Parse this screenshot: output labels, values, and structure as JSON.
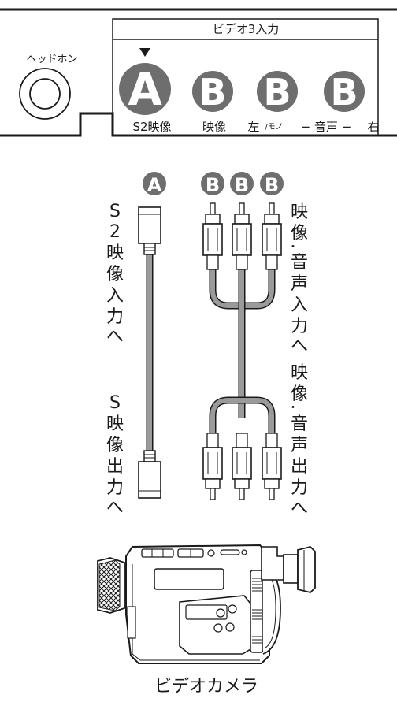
{
  "panel": {
    "title": "ビデオ3入力",
    "headphone_label": "ヘッドホン",
    "jack_a_letter": "A",
    "jack_b_letter": "B",
    "label_s2": "S2映像",
    "label_video": "映像",
    "label_audio_left": "左",
    "label_mono": "/モノ",
    "label_audio_dash": "− 音声 −",
    "label_audio_right": "右"
  },
  "cables": {
    "a_letter": "A",
    "b_letter": "B",
    "a_top_text": [
      "S",
      "2",
      "映",
      "像",
      "入",
      "力",
      "へ"
    ],
    "a_bottom_text": [
      "S",
      "映",
      "像",
      "出",
      "力",
      "へ"
    ],
    "b_top_text": [
      "映",
      "像",
      "・",
      "音",
      "声",
      "入",
      "力",
      "へ"
    ],
    "b_bottom_text": [
      "映",
      "像",
      "・",
      "音",
      "声",
      "出",
      "力",
      "へ"
    ]
  },
  "camera": {
    "caption": "ビデオカメラ"
  },
  "colors": {
    "jack_gray": "#6e6e6e",
    "cable_gray": "#9a9a9a",
    "line": "#1a1a1a"
  }
}
